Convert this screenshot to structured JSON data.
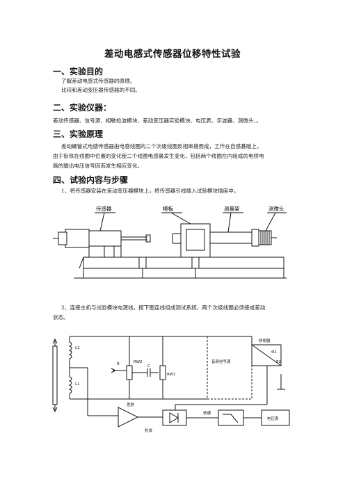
{
  "title": "差动电感式传感器位移特性试验",
  "sections": [
    {
      "heading": "一、实验目的",
      "lines": [
        "了解差动电感式传感器的原理。",
        "比较和差动变压器传感器的不同。"
      ]
    },
    {
      "heading": "二、实验仪器：",
      "lines": [
        "差动传感器、信号源、相敏检波模块、差动变压器实验模块、电压表、示波器、测微头、。"
      ]
    },
    {
      "heading": "三、实验原理",
      "lines": [
        "差动螺管式电感传感器由电感线圈的二个次级线圈反相串接而成，工作在自感基础上，",
        "由于衔铁在线圈中位置的变化使二个线圈电感量发生变化，包括两个线圈在内组成的电桥电",
        "路的输出电压信号因而发生相应变化。"
      ]
    },
    {
      "heading": "四、试验内容与步骤",
      "lines": [
        "1、将传感器安装在差动变压器模块上，将传感器引线插入试验模块插座中。"
      ]
    }
  ],
  "step2_lines": [
    "2、连接主机与试验模块电源线，按下图连线组成测试系统，两个次级线圈必须接成差动",
    "状态。"
  ],
  "figure1": {
    "labels": {
      "sensor": "传感器",
      "module": "模板",
      "measure_frame": "测量架",
      "micrometer": "测微头"
    }
  },
  "figure2": {
    "labels": {
      "L2": "L2",
      "L1": "L1",
      "R": "R",
      "RW2": "RW2",
      "C": "C",
      "RW1": "RW1",
      "audio_source": "音频信号源",
      "phase_shifter": "移相器",
      "phi1": "Φ1",
      "phi2": "Φ2",
      "amplifier": "差放",
      "detector": "检波",
      "lowpass": "低通",
      "voltmeter": "电压表"
    }
  }
}
